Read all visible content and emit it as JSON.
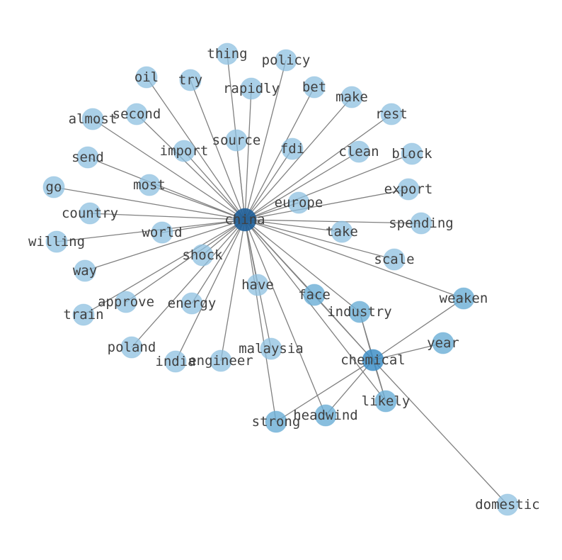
{
  "colors": {
    "hub": "#1f5f99",
    "secondary": "#3f8fc7",
    "mid": "#6aaed6",
    "leaf": "#8dc0e0",
    "edge": "#808080",
    "label": "#404040"
  },
  "nodes": [
    {
      "id": "china",
      "label": "china",
      "tier": "hub"
    },
    {
      "id": "chemical",
      "label": "chemical",
      "tier": "secondary"
    },
    {
      "id": "industry",
      "label": "industry",
      "tier": "mid"
    },
    {
      "id": "likely",
      "label": "likely",
      "tier": "mid"
    },
    {
      "id": "headwind",
      "label": "headwind",
      "tier": "mid"
    },
    {
      "id": "year",
      "label": "year",
      "tier": "mid"
    },
    {
      "id": "weaken",
      "label": "weaken",
      "tier": "mid"
    },
    {
      "id": "face",
      "label": "face",
      "tier": "mid"
    },
    {
      "id": "strong",
      "label": "strong",
      "tier": "mid"
    },
    {
      "id": "thing",
      "label": "thing",
      "tier": "leaf"
    },
    {
      "id": "policy",
      "label": "policy",
      "tier": "leaf"
    },
    {
      "id": "oil",
      "label": "oil",
      "tier": "leaf"
    },
    {
      "id": "try",
      "label": "try",
      "tier": "leaf"
    },
    {
      "id": "rapidly",
      "label": "rapidly",
      "tier": "leaf"
    },
    {
      "id": "bet",
      "label": "bet",
      "tier": "leaf"
    },
    {
      "id": "make",
      "label": "make",
      "tier": "leaf"
    },
    {
      "id": "almost",
      "label": "almost",
      "tier": "leaf"
    },
    {
      "id": "second",
      "label": "second",
      "tier": "leaf"
    },
    {
      "id": "rest",
      "label": "rest",
      "tier": "leaf"
    },
    {
      "id": "source",
      "label": "source",
      "tier": "leaf"
    },
    {
      "id": "send",
      "label": "send",
      "tier": "leaf"
    },
    {
      "id": "import",
      "label": "import",
      "tier": "leaf"
    },
    {
      "id": "fdi",
      "label": "fdi",
      "tier": "leaf"
    },
    {
      "id": "clean",
      "label": "clean",
      "tier": "leaf"
    },
    {
      "id": "block",
      "label": "block",
      "tier": "leaf"
    },
    {
      "id": "go",
      "label": "go",
      "tier": "leaf"
    },
    {
      "id": "most",
      "label": "most",
      "tier": "leaf"
    },
    {
      "id": "export",
      "label": "export",
      "tier": "leaf"
    },
    {
      "id": "country",
      "label": "country",
      "tier": "leaf"
    },
    {
      "id": "europe",
      "label": "europe",
      "tier": "leaf"
    },
    {
      "id": "willing",
      "label": "willing",
      "tier": "leaf"
    },
    {
      "id": "world",
      "label": "world",
      "tier": "leaf"
    },
    {
      "id": "spending",
      "label": "spending",
      "tier": "leaf"
    },
    {
      "id": "take",
      "label": "take",
      "tier": "leaf"
    },
    {
      "id": "way",
      "label": "way",
      "tier": "leaf"
    },
    {
      "id": "shock",
      "label": "shock",
      "tier": "leaf"
    },
    {
      "id": "scale",
      "label": "scale",
      "tier": "leaf"
    },
    {
      "id": "have",
      "label": "have",
      "tier": "leaf"
    },
    {
      "id": "approve",
      "label": "approve",
      "tier": "leaf"
    },
    {
      "id": "energy",
      "label": "energy",
      "tier": "leaf"
    },
    {
      "id": "train",
      "label": "train",
      "tier": "leaf"
    },
    {
      "id": "poland",
      "label": "poland",
      "tier": "leaf"
    },
    {
      "id": "malaysia",
      "label": "malaysia",
      "tier": "leaf"
    },
    {
      "id": "india",
      "label": "india",
      "tier": "leaf"
    },
    {
      "id": "engineer",
      "label": "engineer",
      "tier": "leaf"
    },
    {
      "id": "domestic",
      "label": "domestic",
      "tier": "leaf"
    }
  ],
  "edges": [
    [
      "china",
      "thing"
    ],
    [
      "china",
      "policy"
    ],
    [
      "china",
      "oil"
    ],
    [
      "china",
      "try"
    ],
    [
      "china",
      "rapidly"
    ],
    [
      "china",
      "bet"
    ],
    [
      "china",
      "make"
    ],
    [
      "china",
      "almost"
    ],
    [
      "china",
      "second"
    ],
    [
      "china",
      "rest"
    ],
    [
      "china",
      "source"
    ],
    [
      "china",
      "send"
    ],
    [
      "china",
      "import"
    ],
    [
      "china",
      "fdi"
    ],
    [
      "china",
      "clean"
    ],
    [
      "china",
      "block"
    ],
    [
      "china",
      "go"
    ],
    [
      "china",
      "most"
    ],
    [
      "china",
      "export"
    ],
    [
      "china",
      "country"
    ],
    [
      "china",
      "europe"
    ],
    [
      "china",
      "willing"
    ],
    [
      "china",
      "world"
    ],
    [
      "china",
      "spending"
    ],
    [
      "china",
      "take"
    ],
    [
      "china",
      "way"
    ],
    [
      "china",
      "shock"
    ],
    [
      "china",
      "scale"
    ],
    [
      "china",
      "have"
    ],
    [
      "china",
      "approve"
    ],
    [
      "china",
      "energy"
    ],
    [
      "china",
      "train"
    ],
    [
      "china",
      "poland"
    ],
    [
      "china",
      "malaysia"
    ],
    [
      "china",
      "india"
    ],
    [
      "china",
      "engineer"
    ],
    [
      "china",
      "face"
    ],
    [
      "china",
      "industry"
    ],
    [
      "china",
      "weaken"
    ],
    [
      "china",
      "chemical"
    ],
    [
      "china",
      "likely"
    ],
    [
      "china",
      "headwind"
    ],
    [
      "china",
      "strong"
    ],
    [
      "chemical",
      "industry"
    ],
    [
      "chemical",
      "likely"
    ],
    [
      "chemical",
      "headwind"
    ],
    [
      "chemical",
      "year"
    ],
    [
      "chemical",
      "weaken"
    ],
    [
      "chemical",
      "face"
    ],
    [
      "chemical",
      "strong"
    ],
    [
      "chemical",
      "domestic"
    ],
    [
      "industry",
      "likely"
    ]
  ]
}
